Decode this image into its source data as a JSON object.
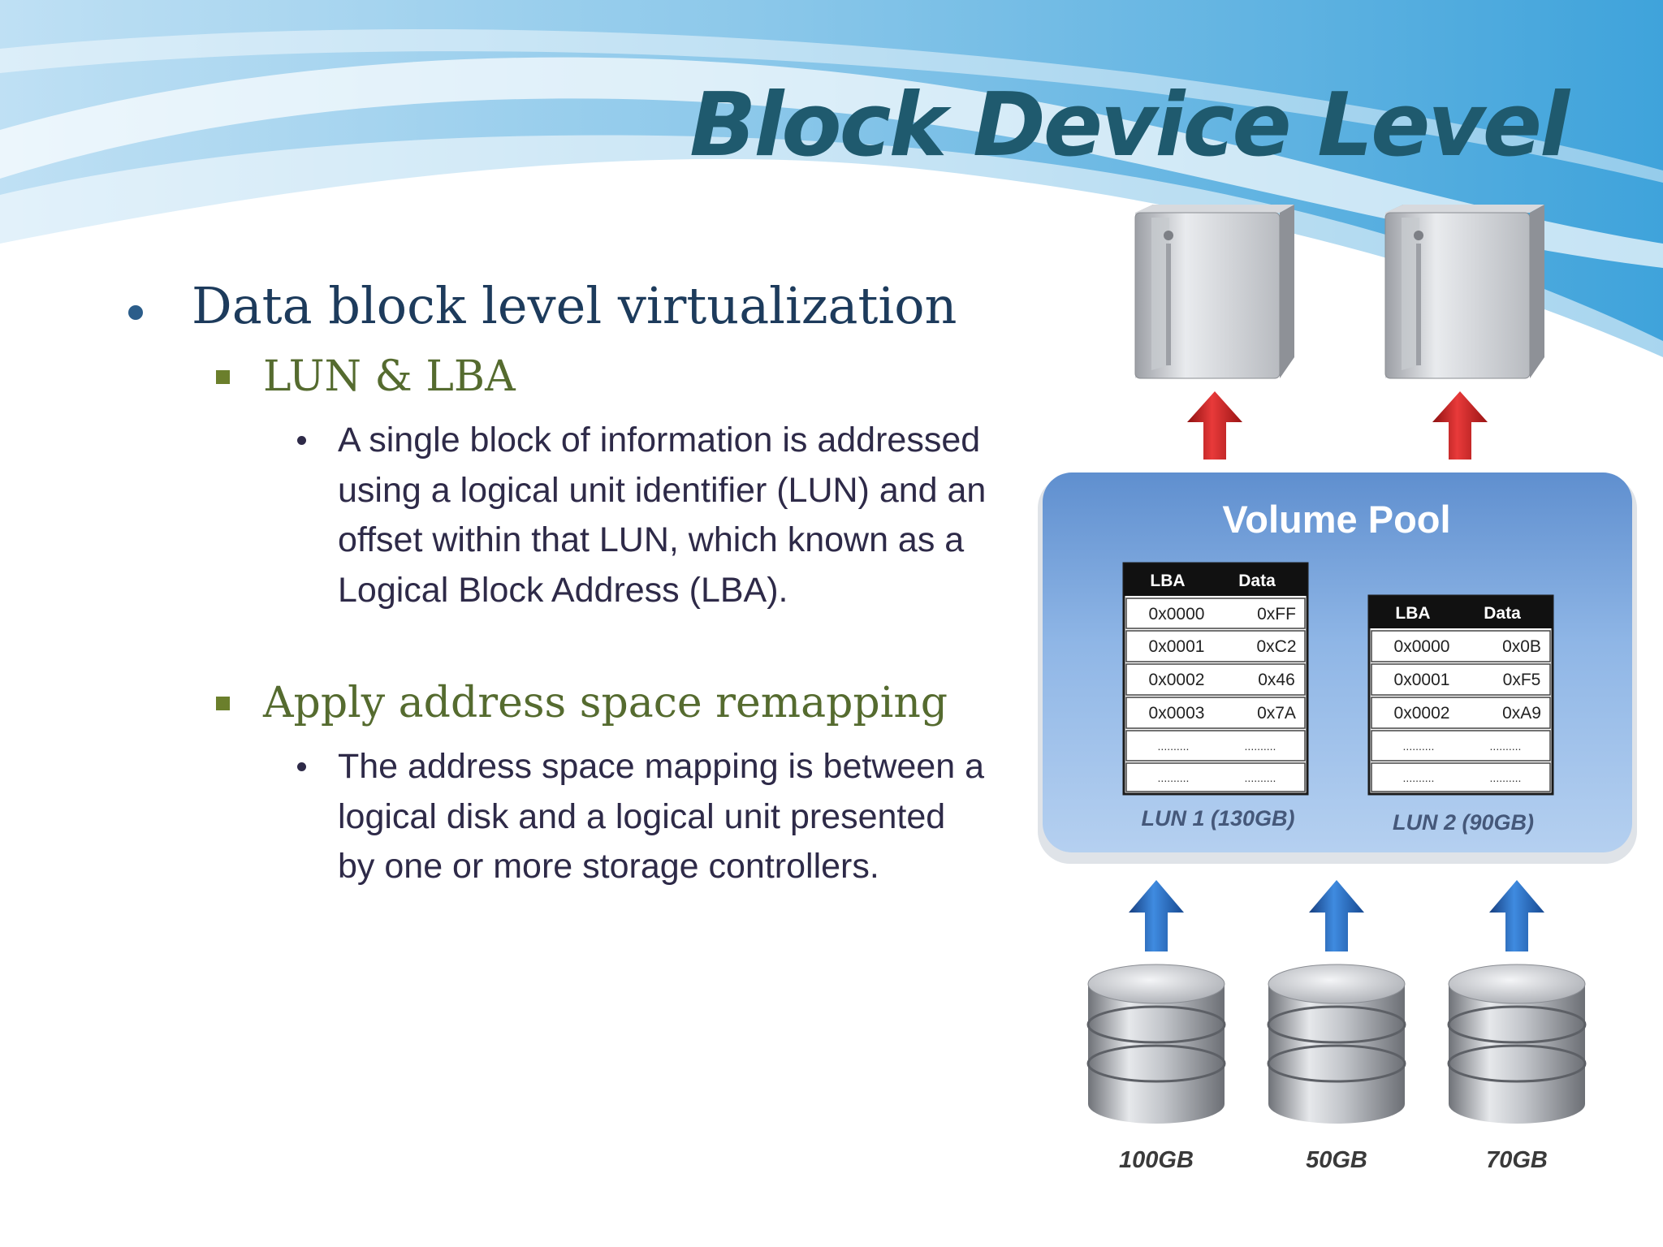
{
  "slide": {
    "title": "Block Device Level",
    "bullets": [
      {
        "level": 1,
        "text": "Data block level virtualization"
      },
      {
        "level": 2,
        "text": "LUN & LBA"
      },
      {
        "level": 3,
        "text": "A single block of information is addressed using a logical unit identifier (LUN) and an offset within that LUN, which known as a Logical Block Address (LBA)."
      },
      {
        "level": 2,
        "text": "Apply address space remapping"
      },
      {
        "level": 3,
        "text": "The address space mapping is between a logical disk and a logical unit presented by one or more storage controllers."
      }
    ]
  },
  "diagram": {
    "pool_label": "Volume Pool",
    "tables": [
      {
        "caption": "LUN 1 (130GB)",
        "headers": [
          "LBA",
          "Data"
        ],
        "rows": [
          [
            "0x0000",
            "0xFF"
          ],
          [
            "0x0001",
            "0xC2"
          ],
          [
            "0x0002",
            "0x46"
          ],
          [
            "0x0003",
            "0x7A"
          ],
          [
            "..........",
            ".........."
          ],
          [
            "..........",
            ".........."
          ]
        ]
      },
      {
        "caption": "LUN 2 (90GB)",
        "headers": [
          "LBA",
          "Data"
        ],
        "rows": [
          [
            "0x0000",
            "0x0B"
          ],
          [
            "0x0001",
            "0xF5"
          ],
          [
            "0x0002",
            "0xA9"
          ],
          [
            "..........",
            ".........."
          ],
          [
            "..........",
            ".........."
          ]
        ]
      }
    ],
    "disks": [
      {
        "label": "100GB"
      },
      {
        "label": "50GB"
      },
      {
        "label": "70GB"
      }
    ],
    "servers": [
      {
        "icon": "server-tower-icon"
      },
      {
        "icon": "server-tower-icon"
      }
    ],
    "colors": {
      "up_arrow_to_servers": "#cc1f1f",
      "up_arrow_from_disks": "#1f5fb8",
      "pool_fill": "#8fb6e6",
      "title": "#1f5a6e"
    }
  }
}
